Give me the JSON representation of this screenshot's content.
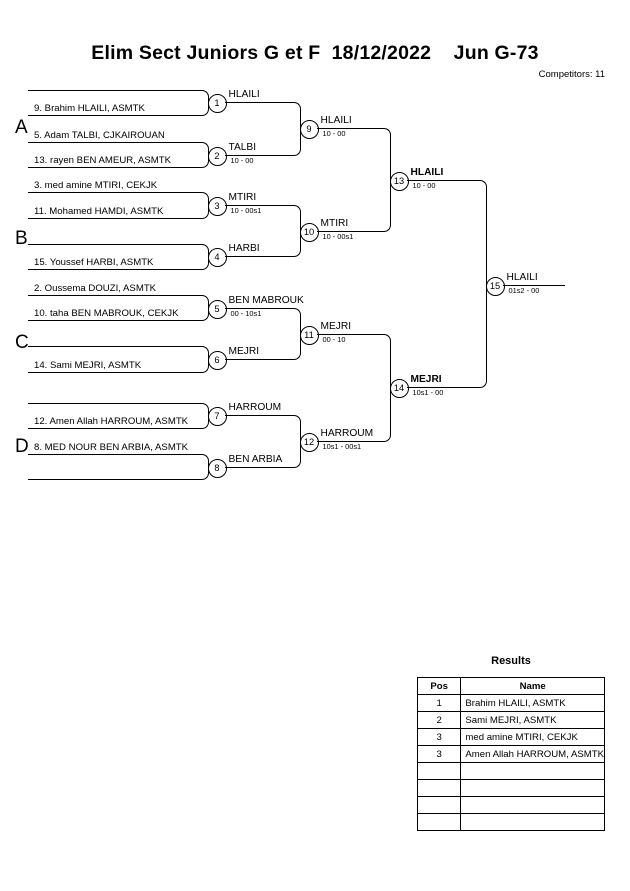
{
  "header": {
    "title": "Elim Sect Juniors G et F  18/12/2022    Jun G-73",
    "competitors_label": "Competitors: 11"
  },
  "groups": [
    {
      "letter": "A"
    },
    {
      "letter": "B"
    },
    {
      "letter": "C"
    },
    {
      "letter": "D"
    }
  ],
  "round1": [
    {
      "number": "1",
      "top_entrant": "",
      "bottom_entrant": "9. Brahim HLAILI, ASMTK",
      "winner": "HLAILI",
      "score": ""
    },
    {
      "number": "2",
      "top_entrant": "5. Adam TALBI, CJKAIROUAN",
      "bottom_entrant": "13. rayen BEN AMEUR, ASMTK",
      "winner": "TALBI",
      "score": "10 - 00"
    },
    {
      "number": "3",
      "top_entrant": "3. med amine MTIRI, CEKJK",
      "bottom_entrant": "11. Mohamed HAMDI, ASMTK",
      "winner": "MTIRI",
      "score": "10 - 00s1"
    },
    {
      "number": "4",
      "top_entrant": "",
      "bottom_entrant": "15. Youssef HARBI, ASMTK",
      "winner": "HARBI",
      "score": ""
    },
    {
      "number": "5",
      "top_entrant": "2. Oussema DOUZI, ASMTK",
      "bottom_entrant": "10. taha BEN MABROUK, CEKJK",
      "winner": "BEN MABROUK",
      "score": "00 - 10s1"
    },
    {
      "number": "6",
      "top_entrant": "",
      "bottom_entrant": "14. Sami MEJRI, ASMTK",
      "winner": "MEJRI",
      "score": ""
    },
    {
      "number": "7",
      "top_entrant": "",
      "bottom_entrant": "12. Amen Allah HARROUM, ASMTK",
      "winner": "HARROUM",
      "score": ""
    },
    {
      "number": "8",
      "top_entrant": "8. MED NOUR BEN ARBIA, ASMTK",
      "bottom_entrant": "",
      "winner": "BEN ARBIA",
      "score": ""
    }
  ],
  "round2": [
    {
      "number": "9",
      "winner": "HLAILI",
      "score": "10 - 00",
      "bold": false
    },
    {
      "number": "10",
      "winner": "MTIRI",
      "score": "10 - 00s1",
      "bold": false
    },
    {
      "number": "11",
      "winner": "MEJRI",
      "score": "00 - 10",
      "bold": false
    },
    {
      "number": "12",
      "winner": "HARROUM",
      "score": "10s1 - 00s1",
      "bold": false
    }
  ],
  "round3": [
    {
      "number": "13",
      "winner": "HLAILI",
      "score": "10 - 00",
      "bold": true
    },
    {
      "number": "14",
      "winner": "MEJRI",
      "score": "10s1 - 00",
      "bold": true
    }
  ],
  "final": {
    "number": "15",
    "winner": "HLAILI",
    "score": "01s2 - 00",
    "bold": false
  },
  "results": {
    "title": "Results",
    "columns": [
      "Pos",
      "Name"
    ],
    "rows": [
      {
        "pos": "1",
        "name": "Brahim HLAILI, ASMTK"
      },
      {
        "pos": "2",
        "name": "Sami MEJRI, ASMTK"
      },
      {
        "pos": "3",
        "name": "med amine MTIRI, CEKJK"
      },
      {
        "pos": "3",
        "name": "Amen Allah HARROUM, ASMTK"
      },
      {
        "pos": "",
        "name": ""
      },
      {
        "pos": "",
        "name": ""
      },
      {
        "pos": "",
        "name": ""
      },
      {
        "pos": "",
        "name": ""
      }
    ]
  }
}
